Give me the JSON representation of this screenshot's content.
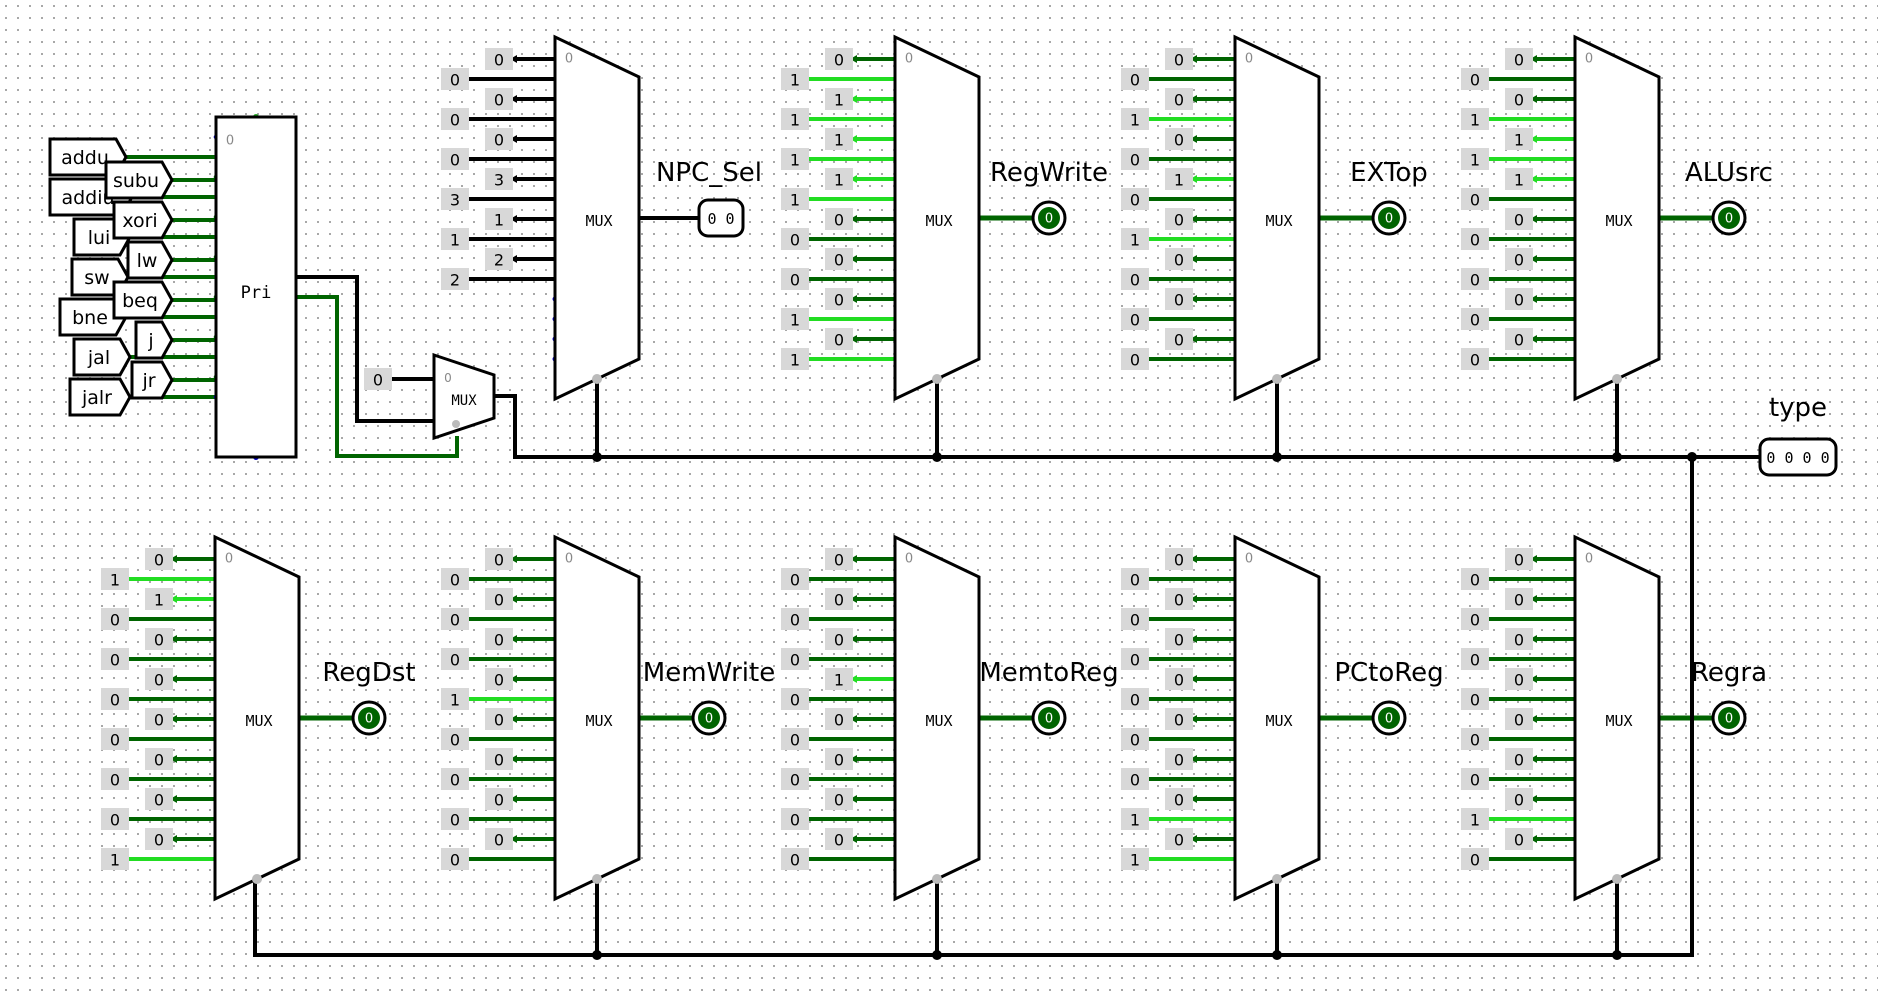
{
  "colors": {
    "wire_zero": "#006400",
    "wire_one": "#22dd22",
    "wire_bus": "#000000",
    "const_bg": "#d8d8d8",
    "led_on": "#22cc22",
    "led_off": "#006400"
  },
  "instruction_inputs": {
    "left": [
      "addu",
      "addiu",
      "lui",
      "sw",
      "bne",
      "jal",
      "jalr"
    ],
    "right": [
      "subu",
      "xori",
      "lw",
      "beq",
      "j",
      "jr"
    ]
  },
  "priority_encoder": {
    "label": "Pri",
    "zero_label": "0"
  },
  "small_mux": {
    "label": "MUX",
    "const_input": "0",
    "zero_label": "0"
  },
  "type_output": {
    "label": "type",
    "value": "0 0 0 0"
  },
  "mux_label": "MUX",
  "mux_zero_label": "0",
  "muxes": [
    {
      "id": "npc_sel",
      "name": "NPC_Sel",
      "out_value": "0 0",
      "out_kind": "bus",
      "bus": true,
      "inputs": [
        "0",
        "0",
        "0",
        "0",
        "0",
        "0",
        "3",
        "3",
        "1",
        "1",
        "2",
        "2"
      ]
    },
    {
      "id": "regwrite",
      "name": "RegWrite",
      "out_value": "0",
      "out_kind": "led",
      "bus": false,
      "inputs": [
        "0",
        "1",
        "1",
        "1",
        "1",
        "1",
        "1",
        "1",
        "0",
        "0",
        "0",
        "0",
        "0",
        "1",
        "0",
        "1"
      ]
    },
    {
      "id": "extop",
      "name": "EXTop",
      "out_value": "0",
      "out_kind": "led",
      "bus": false,
      "inputs": [
        "0",
        "0",
        "0",
        "1",
        "0",
        "0",
        "1",
        "0",
        "0",
        "1",
        "0",
        "0",
        "0",
        "0",
        "0",
        "0"
      ]
    },
    {
      "id": "alusrc",
      "name": "ALUsrc",
      "out_value": "0",
      "out_kind": "led",
      "bus": false,
      "inputs": [
        "0",
        "0",
        "0",
        "1",
        "1",
        "1",
        "1",
        "0",
        "0",
        "0",
        "0",
        "0",
        "0",
        "0",
        "0",
        "0"
      ]
    },
    {
      "id": "regdst",
      "name": "RegDst",
      "out_value": "0",
      "out_kind": "led",
      "bus": false,
      "inputs": [
        "0",
        "1",
        "1",
        "0",
        "0",
        "0",
        "0",
        "0",
        "0",
        "0",
        "0",
        "0",
        "0",
        "0",
        "0",
        "1"
      ]
    },
    {
      "id": "memwrite",
      "name": "MemWrite",
      "out_value": "0",
      "out_kind": "led",
      "bus": false,
      "inputs": [
        "0",
        "0",
        "0",
        "0",
        "0",
        "0",
        "0",
        "1",
        "0",
        "0",
        "0",
        "0",
        "0",
        "0",
        "0",
        "0"
      ]
    },
    {
      "id": "memtoreg",
      "name": "MemtoReg",
      "out_value": "0",
      "out_kind": "led",
      "bus": false,
      "inputs": [
        "0",
        "0",
        "0",
        "0",
        "0",
        "0",
        "1",
        "0",
        "0",
        "0",
        "0",
        "0",
        "0",
        "0",
        "0",
        "0"
      ]
    },
    {
      "id": "pctoreg",
      "name": "PCtoReg",
      "out_value": "0",
      "out_kind": "led",
      "bus": false,
      "inputs": [
        "0",
        "0",
        "0",
        "0",
        "0",
        "0",
        "0",
        "0",
        "0",
        "0",
        "0",
        "0",
        "0",
        "1",
        "0",
        "1"
      ]
    },
    {
      "id": "regra",
      "name": "Regra",
      "out_value": "0",
      "out_kind": "led",
      "bus": false,
      "inputs": [
        "0",
        "0",
        "0",
        "0",
        "0",
        "0",
        "0",
        "0",
        "0",
        "0",
        "0",
        "0",
        "0",
        "1",
        "0",
        "0"
      ]
    }
  ]
}
